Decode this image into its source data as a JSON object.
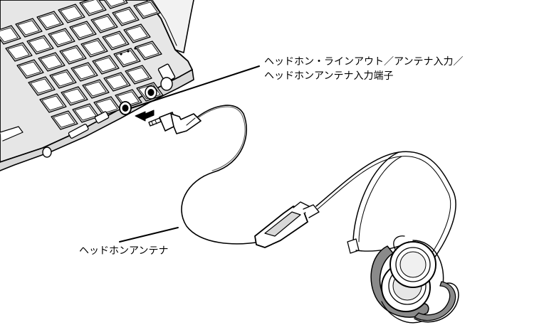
{
  "labels": {
    "port_line1": "ヘッドホン・ラインアウト／アンテナ入力／",
    "port_line2": "ヘッドホンアンテナ入力端子",
    "antenna": "ヘッドホンアンテナ"
  },
  "colors": {
    "ink": "#000000",
    "key_gray": "#d0d0d0",
    "body_gray": "#e6e6e6",
    "ear_gray": "#8a8a8a",
    "background": "#ffffff"
  },
  "icons": {
    "insert_arrow": "left-arrow"
  }
}
